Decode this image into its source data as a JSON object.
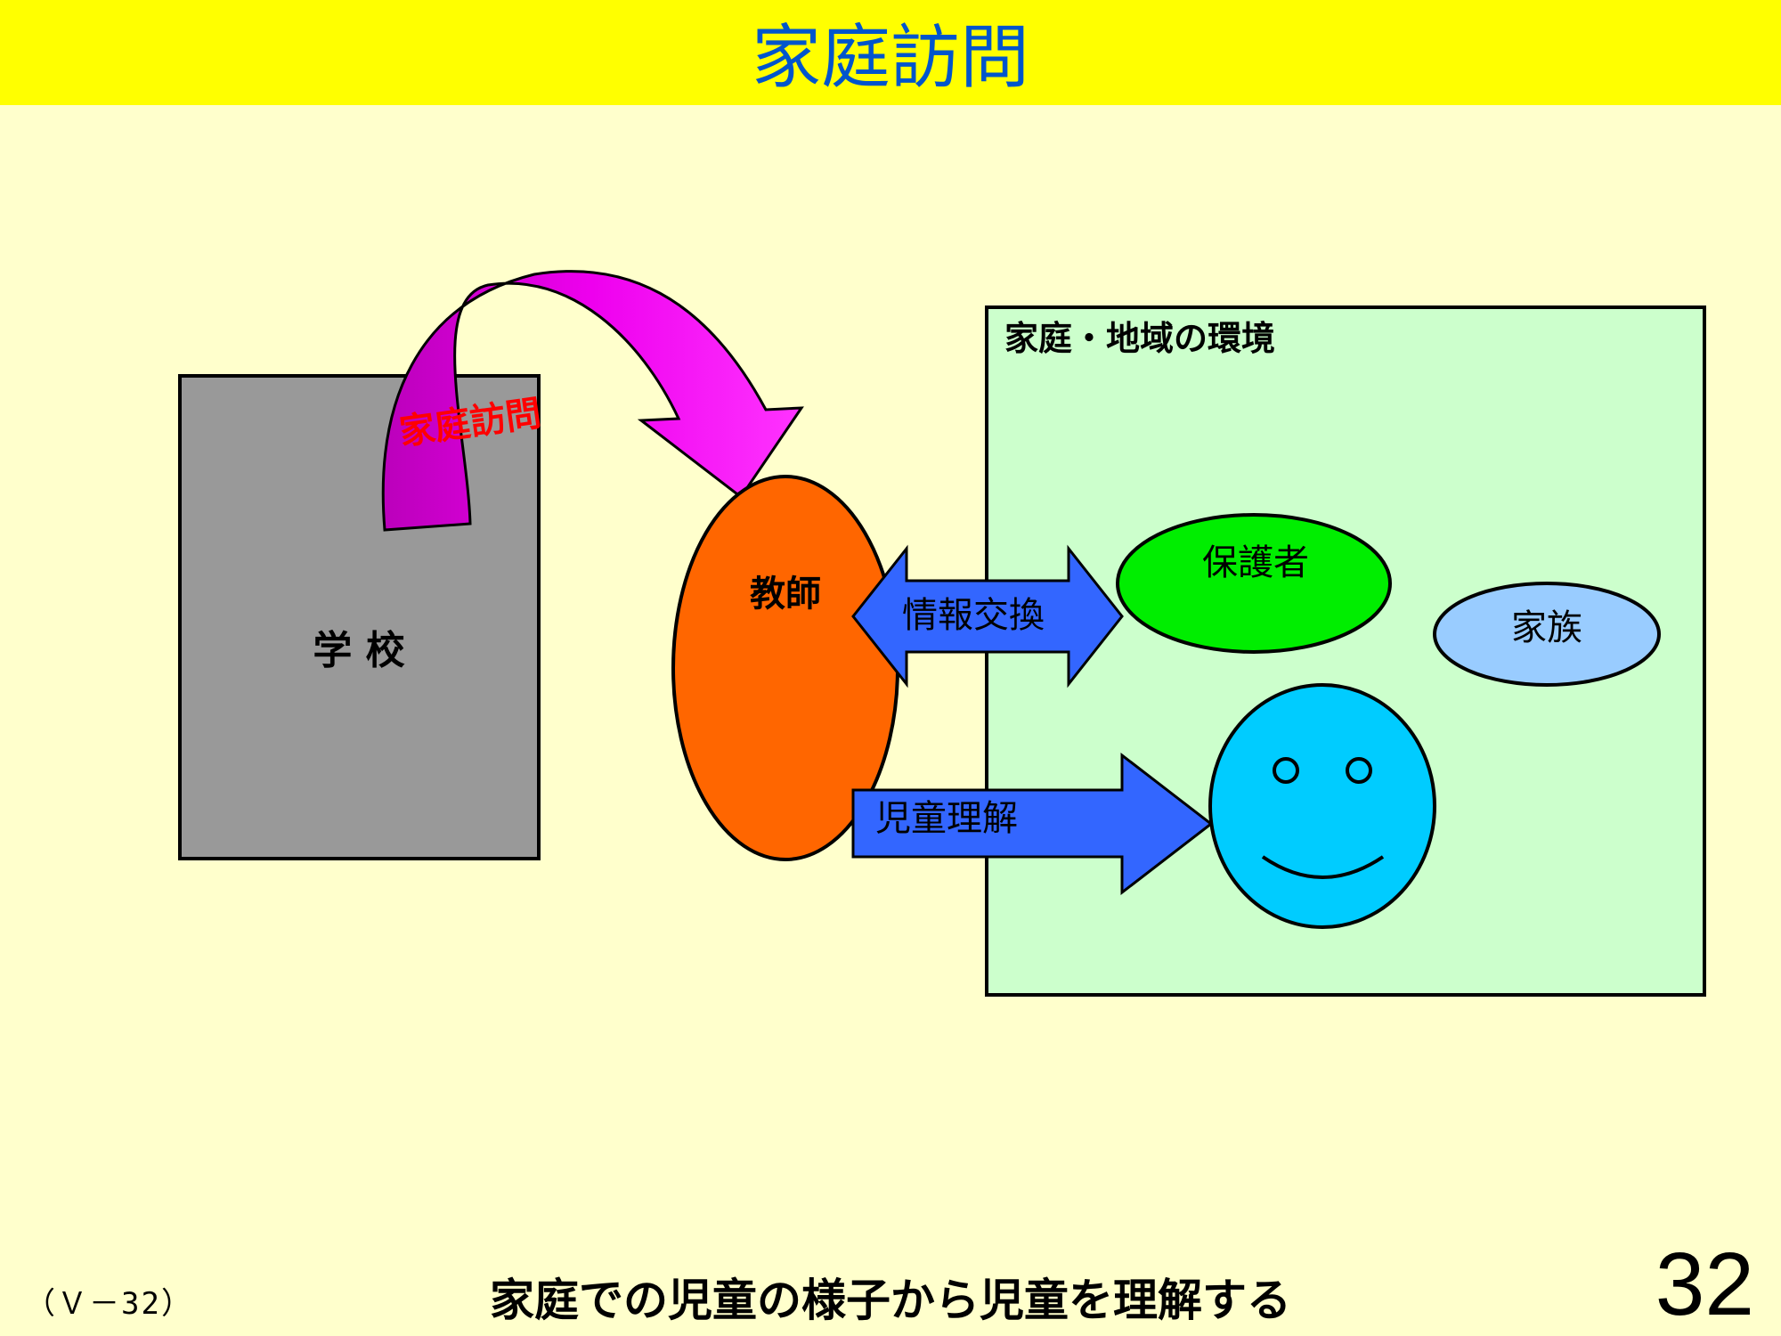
{
  "slide": {
    "title": "家庭訪問",
    "slide_code": "（Ｖ－32）",
    "summary": "家庭での児童の様子から児童を理解する",
    "page_number": "32"
  },
  "diagram": {
    "school_label": "学 校",
    "curved_arrow_label": "家庭訪問",
    "teacher_label": "教師",
    "environment_title": "家庭・地域の環境",
    "exchange_arrow_label": "情報交換",
    "understanding_arrow_label": "児童理解",
    "guardian_label": "保護者",
    "family_label": "家族"
  },
  "colors": {
    "background": "#FFFFCC",
    "title_bar": "#FFFF00",
    "title_text": "#0055CC",
    "school_box": "#999999",
    "curved_arrow": "#EE00EE",
    "curved_arrow_label": "#FF0000",
    "teacher": "#FF6600",
    "environment_box": "#CCFFCC",
    "blue_arrows": "#3366FF",
    "guardian": "#00EE00",
    "family": "#99CCFF",
    "child_face": "#00CCFF"
  },
  "icons": [
    "smiley-face-icon"
  ]
}
